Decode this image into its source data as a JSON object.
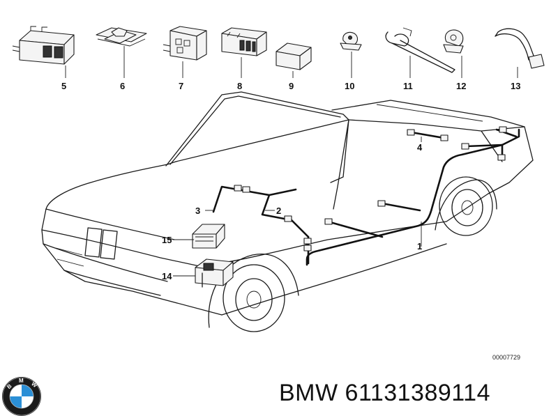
{
  "diagram": {
    "callouts": [
      {
        "id": "5",
        "label": "5"
      },
      {
        "id": "6",
        "label": "6"
      },
      {
        "id": "7",
        "label": "7"
      },
      {
        "id": "8",
        "label": "8"
      },
      {
        "id": "9",
        "label": "9"
      },
      {
        "id": "10",
        "label": "10"
      },
      {
        "id": "11",
        "label": "11"
      },
      {
        "id": "12",
        "label": "12"
      },
      {
        "id": "13",
        "label": "13"
      },
      {
        "id": "4",
        "label": "4"
      },
      {
        "id": "3",
        "label": "3"
      },
      {
        "id": "2",
        "label": "2"
      },
      {
        "id": "15",
        "label": "15"
      },
      {
        "id": "1",
        "label": "1"
      },
      {
        "id": "14",
        "label": "14"
      }
    ],
    "drawing_code": "00007729"
  },
  "footer": {
    "brand": "BMW",
    "part_number": "61131389114",
    "text": "BMW 61131389114",
    "logo_letters": "BMW"
  },
  "colors": {
    "line": "#1a1a1a",
    "logo_blue": "#2b8fd6",
    "logo_ring": "#1a1a1a"
  }
}
